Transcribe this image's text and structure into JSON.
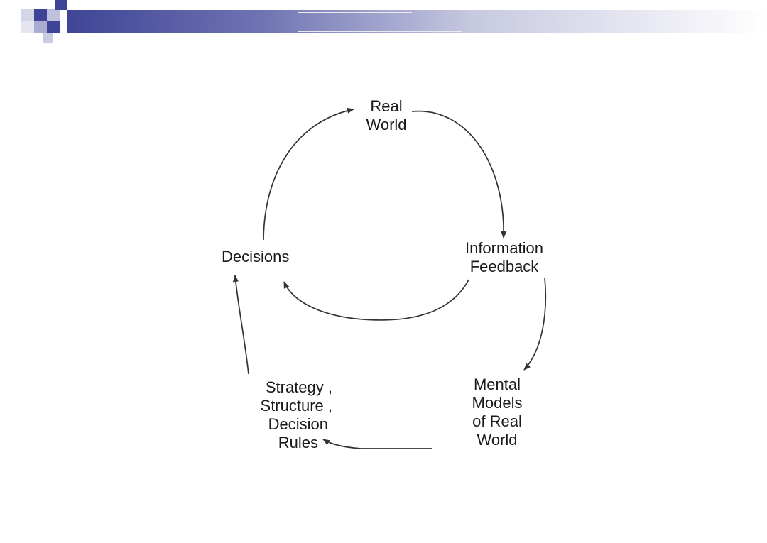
{
  "diagram": {
    "nodes": {
      "real_world": {
        "lines": [
          "Real",
          "World"
        ]
      },
      "information_feedback": {
        "lines": [
          "Information",
          "Feedback"
        ]
      },
      "decisions": {
        "lines": [
          "Decisions"
        ]
      },
      "mental_models": {
        "lines": [
          "Mental",
          "Models",
          "of Real",
          "World"
        ]
      },
      "strategy": {
        "lines": [
          "Strategy ,",
          "Structure ,",
          "Decision",
          "Rules"
        ]
      }
    },
    "edges": [
      {
        "from": "Decisions",
        "to": "Real World"
      },
      {
        "from": "Real World",
        "to": "Information Feedback"
      },
      {
        "from": "Information Feedback",
        "to": "Decisions"
      },
      {
        "from": "Information Feedback",
        "to": "Mental Models of Real World"
      },
      {
        "from": "Mental Models of Real World",
        "to": "Strategy, Structure, Decision Rules"
      },
      {
        "from": "Strategy, Structure, Decision Rules",
        "to": "Decisions"
      }
    ],
    "colors": {
      "arrow": "#333333",
      "header_dark": "#3f4496",
      "header_light": "#c7c9e0"
    }
  }
}
